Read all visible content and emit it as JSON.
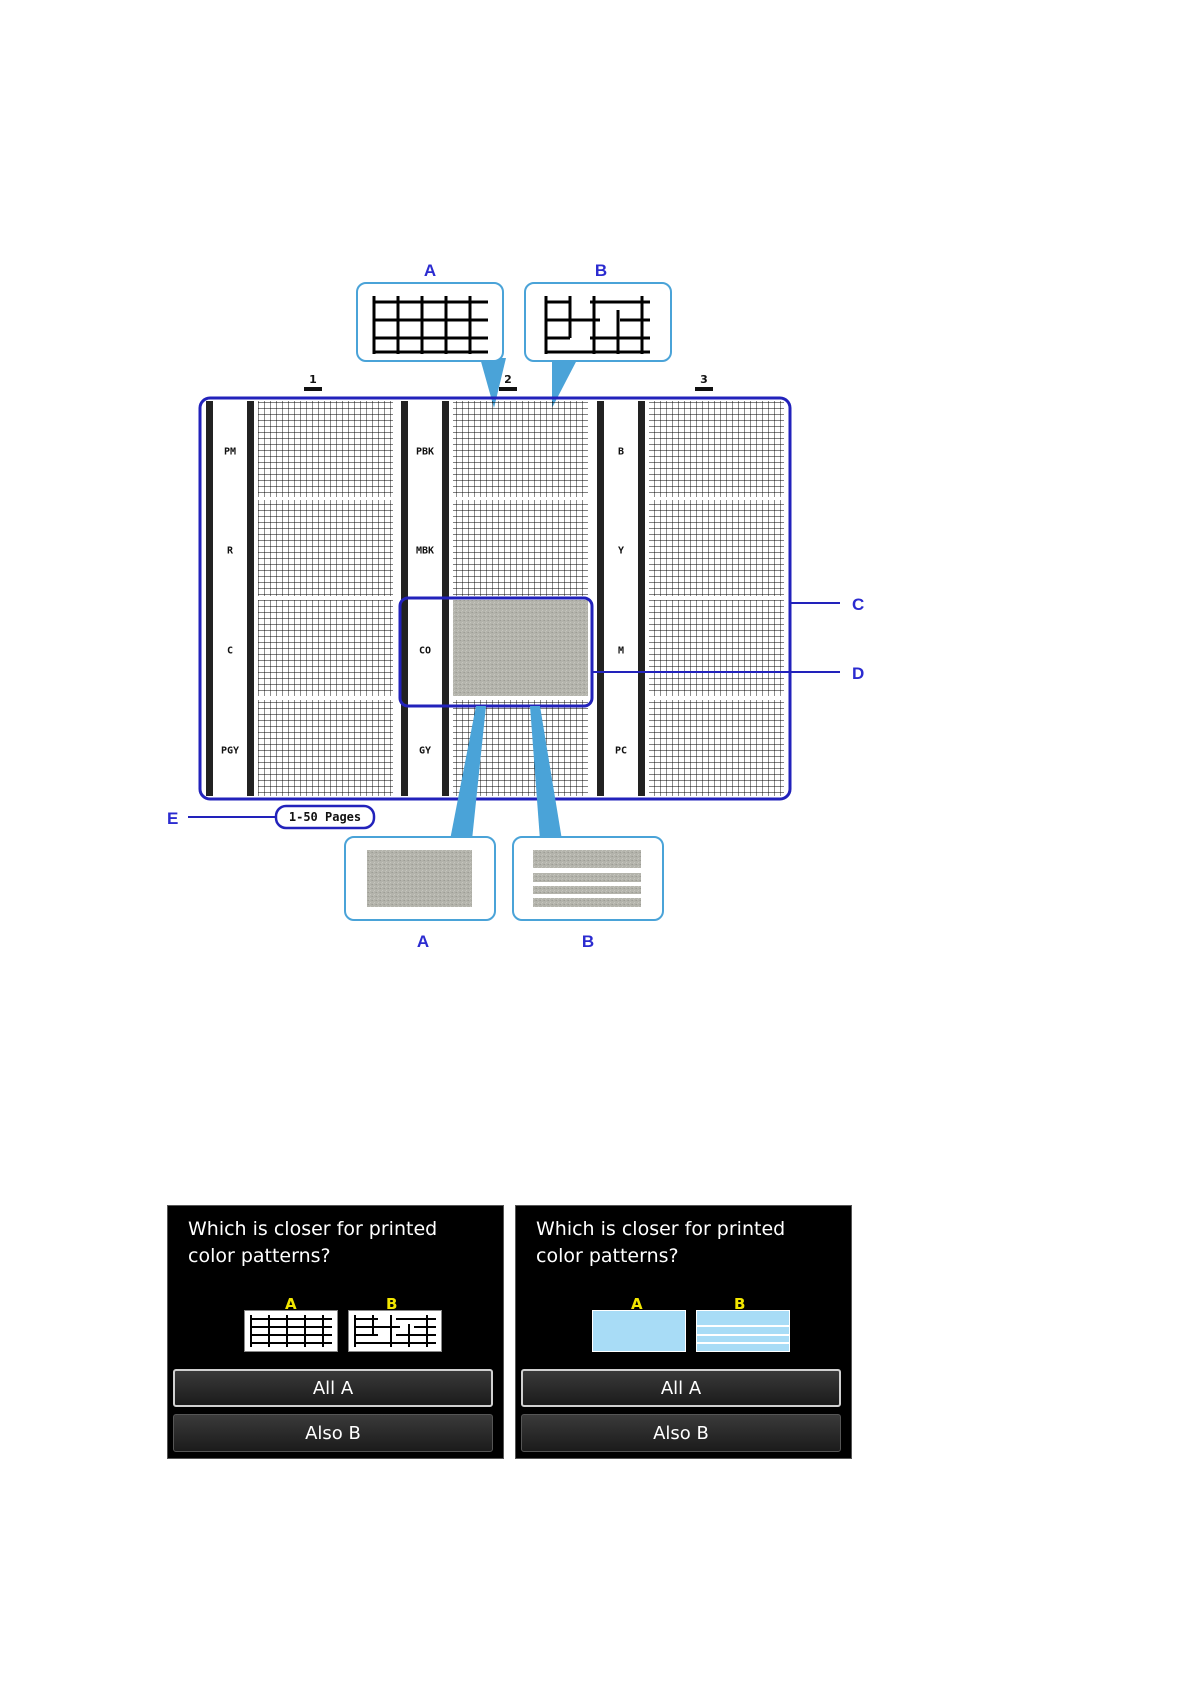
{
  "callouts": {
    "top_a": "A",
    "top_b": "B",
    "bottom_a": "A",
    "bottom_b": "B",
    "c": "C",
    "d": "D",
    "e": "E"
  },
  "columns": [
    "1",
    "2",
    "3"
  ],
  "blocks": [
    [
      {
        "label": "PM",
        "color": "#e9a6c9"
      },
      {
        "label": "R",
        "color": "#e8606e"
      },
      {
        "label": "C",
        "color": "#3fb4e6"
      },
      {
        "label": "PGY",
        "color": "#c8c8c8"
      }
    ],
    [
      {
        "label": "PBK",
        "color": "#555555"
      },
      {
        "label": "MBK",
        "color": "#3a3a3a"
      },
      {
        "label": "CO",
        "color": "#aaaaaa"
      },
      {
        "label": "GY",
        "color": "#666666"
      }
    ],
    [
      {
        "label": "B",
        "color": "#6b6bc9"
      },
      {
        "label": "Y",
        "color": "#f0e04a"
      },
      {
        "label": "M",
        "color": "#e05a9a"
      },
      {
        "label": "PC",
        "color": "#8fd8f0"
      }
    ]
  ],
  "pages_label": "1-50 Pages",
  "screens": [
    {
      "prompt": "Which is closer for printed\ncolor patterns?",
      "option_a": "A",
      "option_b": "B",
      "button_all_a": "All A",
      "button_also_b": "Also B"
    },
    {
      "prompt": "Which is closer for printed\ncolor patterns?",
      "option_a": "A",
      "option_b": "B",
      "button_all_a": "All A",
      "button_also_b": "Also B"
    }
  ],
  "colors": {
    "callout_blue": "#2b2bd0",
    "frame_blue": "#2222bb",
    "bubble_blue": "#4aa3d8",
    "lcd_option_yellow": "#f2e600",
    "lcd_swatch_blue": "#a8dcf6"
  }
}
